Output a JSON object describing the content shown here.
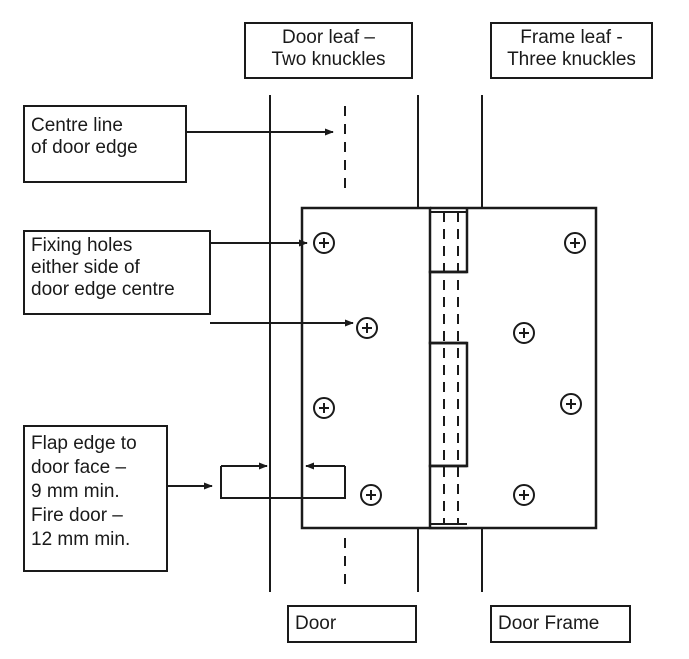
{
  "labels": {
    "door_leaf": [
      "Door leaf –",
      "Two knuckles"
    ],
    "frame_leaf": [
      "Frame leaf -",
      "Three knuckles"
    ],
    "centre_line": [
      "Centre line",
      "of door edge"
    ],
    "fixing_holes": [
      "Fixing holes",
      "either side of",
      "door edge centre"
    ],
    "flap_edge": [
      "Flap edge to",
      "door face –",
      "9 mm min.",
      "Fire door –",
      "12 mm min."
    ],
    "door": "Door",
    "door_frame": "Door Frame"
  },
  "colors": {
    "ink": "#1a1a1a",
    "background": "#ffffff"
  },
  "icons": {
    "screw": "screw-hole-icon",
    "arrow": "arrow-icon"
  }
}
